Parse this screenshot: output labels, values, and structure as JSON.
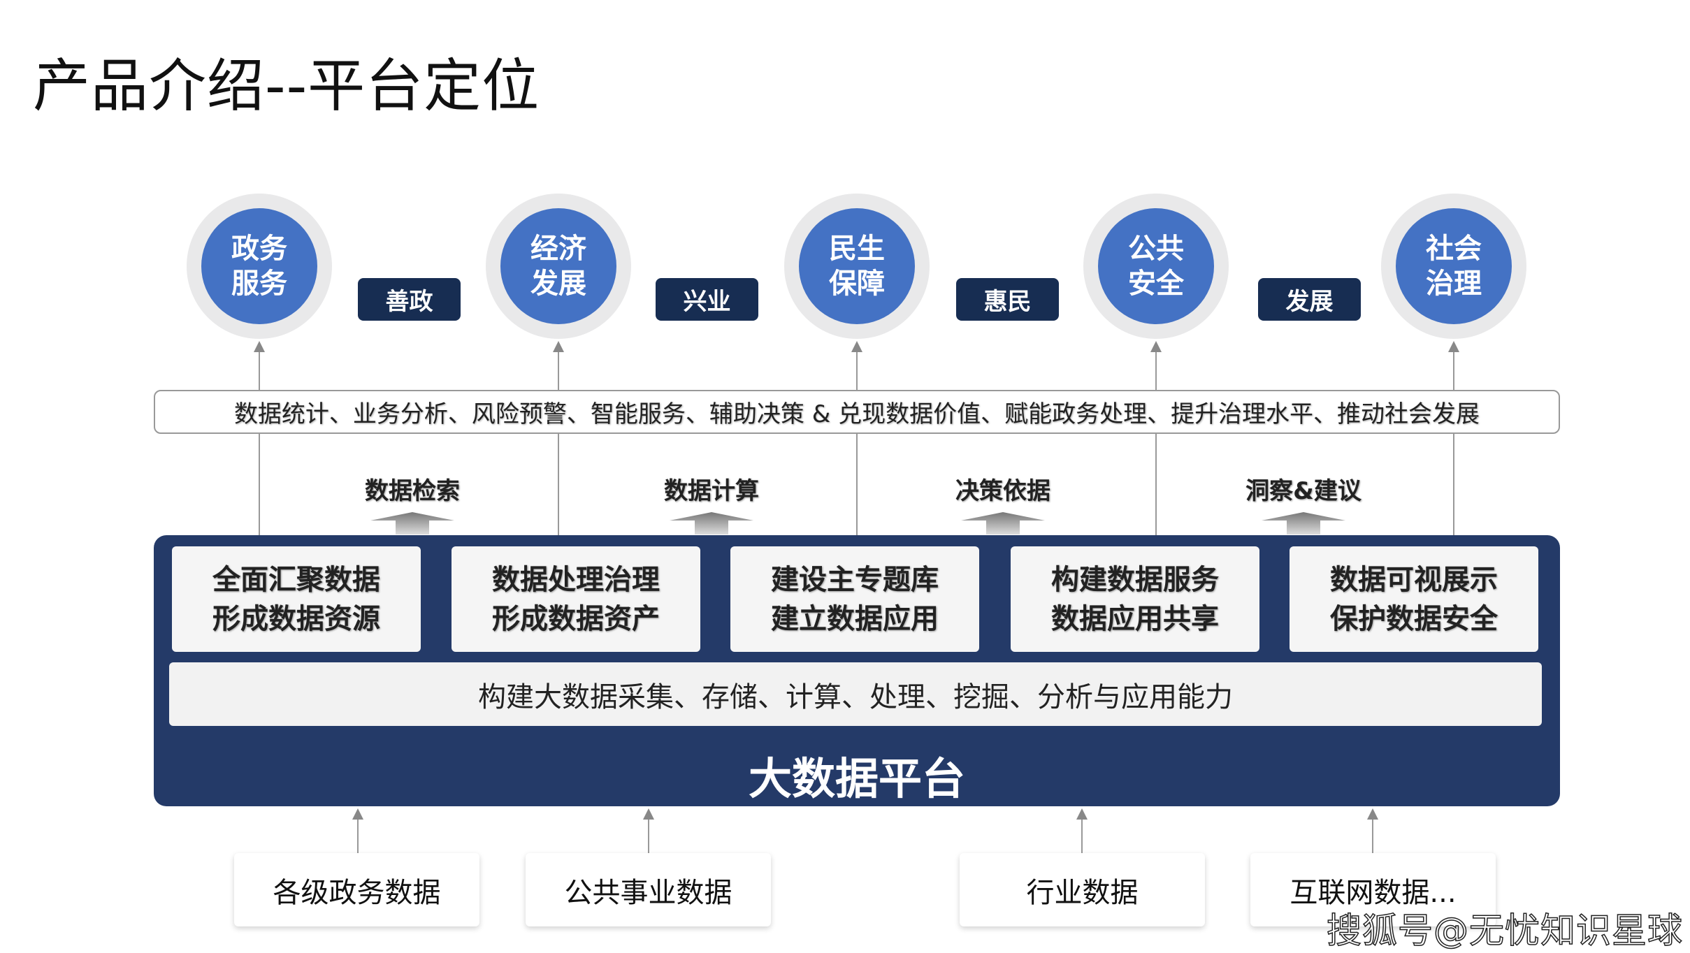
{
  "title": "产品介绍--平台定位",
  "goals": [
    "政务服务",
    "经济发展",
    "民生保障",
    "公共安全",
    "社会治理"
  ],
  "badges": [
    "善政",
    "兴业",
    "惠民",
    "发展"
  ],
  "banner": "数据统计、业务分析、风险预警、智能服务、辅助决策 & 兑现数据价值、赋能政务处理、提升治理水平、推动社会发展",
  "flow_labels": [
    "数据检索",
    "数据计算",
    "决策依据",
    "洞察&建议"
  ],
  "capabilities": [
    {
      "line1": "全面汇聚数据",
      "line2": "形成数据资源"
    },
    {
      "line1": "数据处理治理",
      "line2": "形成数据资产"
    },
    {
      "line1": "建设主专题库",
      "line2": "建立数据应用"
    },
    {
      "line1": "构建数据服务",
      "line2": "数据应用共享"
    },
    {
      "line1": "数据可视展示",
      "line2": "保护数据安全"
    }
  ],
  "capability_bar": "构建大数据采集、存储、计算、处理、挖掘、分析与应用能力",
  "platform_title": "大数据平台",
  "sources": [
    "各级政务数据",
    "公共事业数据",
    "行业数据",
    "互联网数据..."
  ],
  "watermark": "搜狐号@无忧知识星球",
  "colors": {
    "circle": "#4472c4",
    "badge": "#172d52",
    "platform": "#243a68"
  }
}
